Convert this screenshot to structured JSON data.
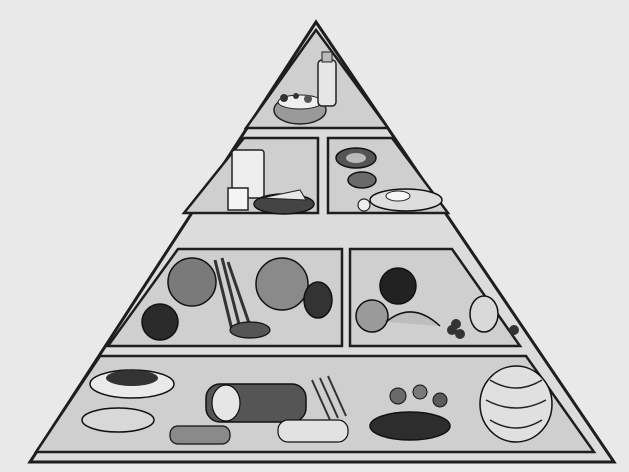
{
  "background_text": "",
  "pyramid": {
    "tiers": [
      {
        "name": "fats-oils-sweets",
        "sections": 1
      },
      {
        "name": "dairy-and-meat",
        "sections": 2
      },
      {
        "name": "vegetables-and-fruits",
        "sections": 2
      },
      {
        "name": "grains-bread-cereal",
        "sections": 1
      }
    ],
    "colors": {
      "outline": "#1e1e1e",
      "fill": "#cfcfcf",
      "food_dark": "#2a2a2a",
      "food_mid": "#8c8c8c",
      "food_light": "#efefef"
    }
  }
}
